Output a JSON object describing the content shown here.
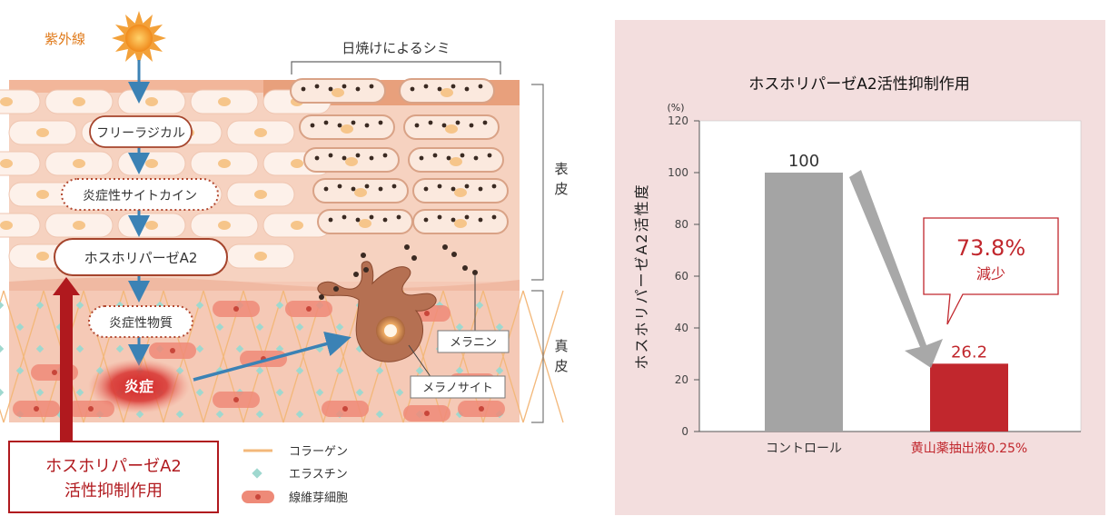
{
  "diagram": {
    "uv_label": "紫外線",
    "spot_label": "日焼けによるシミ",
    "steps": [
      "フリーラジカル",
      "炎症性サイトカイン",
      "ホスホリパーゼA2",
      "炎症性物質",
      "炎症"
    ],
    "layers": {
      "epidermis": [
        "表",
        "皮"
      ],
      "dermis": [
        "真",
        "皮"
      ]
    },
    "callouts": {
      "melanin": "メラニン",
      "melanocyte": "メラノサイト"
    },
    "inhibition_box": [
      "ホスホリパーゼA2",
      "活性抑制作用"
    ],
    "legend": [
      "コラーゲン",
      "エラスチン",
      "線維芽細胞"
    ],
    "colors": {
      "orange": "#f08a1c",
      "blue_arrow": "#3b82b5",
      "dark_red": "#b0191e",
      "skin_pink": "#f4c4b0",
      "collagen": "#f3b87a",
      "elastin": "#9fd8cf",
      "fibroblast": "#ee8a78"
    }
  },
  "chart_data": {
    "type": "bar",
    "title": "ホスホリパーゼA2活性抑制作用",
    "ylabel": "ホスホリパーゼA2活性度",
    "yunit": "(%)",
    "ylim": [
      0,
      120
    ],
    "yticks": [
      "0",
      "20",
      "40",
      "60",
      "80",
      "100",
      "120"
    ],
    "categories": [
      "コントロール",
      "黄山薬抽出液0.25%"
    ],
    "values": [
      100,
      26.2
    ],
    "value_labels": [
      "100",
      "26.2"
    ],
    "bar_colors": [
      "#a4a4a4",
      "#c1272d"
    ],
    "category_colors": [
      "#333333",
      "#c1272d"
    ],
    "callout": {
      "value": "73.8%",
      "text": "減少"
    },
    "background": "#f3dede"
  }
}
